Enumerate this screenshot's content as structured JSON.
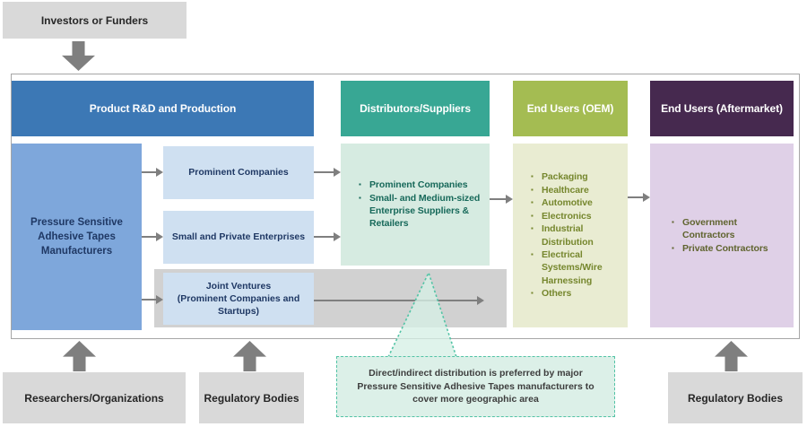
{
  "external": {
    "investors": "Investors or Funders",
    "researchers": "Researchers/Organizations",
    "regulatory_left": "Regulatory Bodies",
    "regulatory_right": "Regulatory Bodies"
  },
  "headers": {
    "production": "Product R&D and Production",
    "distributors": "Distributors/Suppliers",
    "oem": "End Users (OEM)",
    "aftermarket": "End Users (Aftermarket)"
  },
  "production": {
    "manufacturers": "Pressure Sensitive Adhesive Tapes Manufacturers",
    "prominent": "Prominent Companies",
    "small_private": "Small and Private Enterprises",
    "joint_ventures_line1": "Joint Ventures",
    "joint_ventures_line2": "(Prominent Companies and Startups)"
  },
  "distributors": {
    "items": [
      "Prominent Companies",
      "Small- and Medium-sized Enterprise Suppliers & Retailers"
    ]
  },
  "oem": {
    "items": [
      "Packaging",
      "Healthcare",
      "Automotive",
      "Electronics",
      "Industrial Distribution",
      "Electrical Systems/Wire Harnessing",
      "Others"
    ]
  },
  "aftermarket": {
    "items": [
      "Government Contractors",
      "Private Contractors"
    ]
  },
  "callout": {
    "text": "Direct/indirect distribution is preferred by major Pressure Sensitive Adhesive Tapes manufacturers to cover more geographic area"
  },
  "colors": {
    "header-production": "#3c78b5",
    "header-distributors": "#38a794",
    "header-oem": "#a4bc52",
    "header-aftermarket": "#46294f",
    "manufacturers-fill": "#7ea7db",
    "lightblue-fill": "#cfe0f1",
    "mint-fill": "#d6ebe1",
    "olive-fill": "#e9ecd2",
    "lavender-fill": "#dfd0e7",
    "band-fill": "#d1d1d1",
    "external-fill": "#d9d9d9",
    "arrow-gray": "#7f7f7f",
    "navy-text": "#1f3864",
    "teal-text": "#17695a",
    "olive-text": "#76872e",
    "aftermarket-text": "#60642f",
    "callout-fill": "#dcf0e8",
    "callout-border": "#52c3a5",
    "callout-text": "#3d3d3d"
  }
}
